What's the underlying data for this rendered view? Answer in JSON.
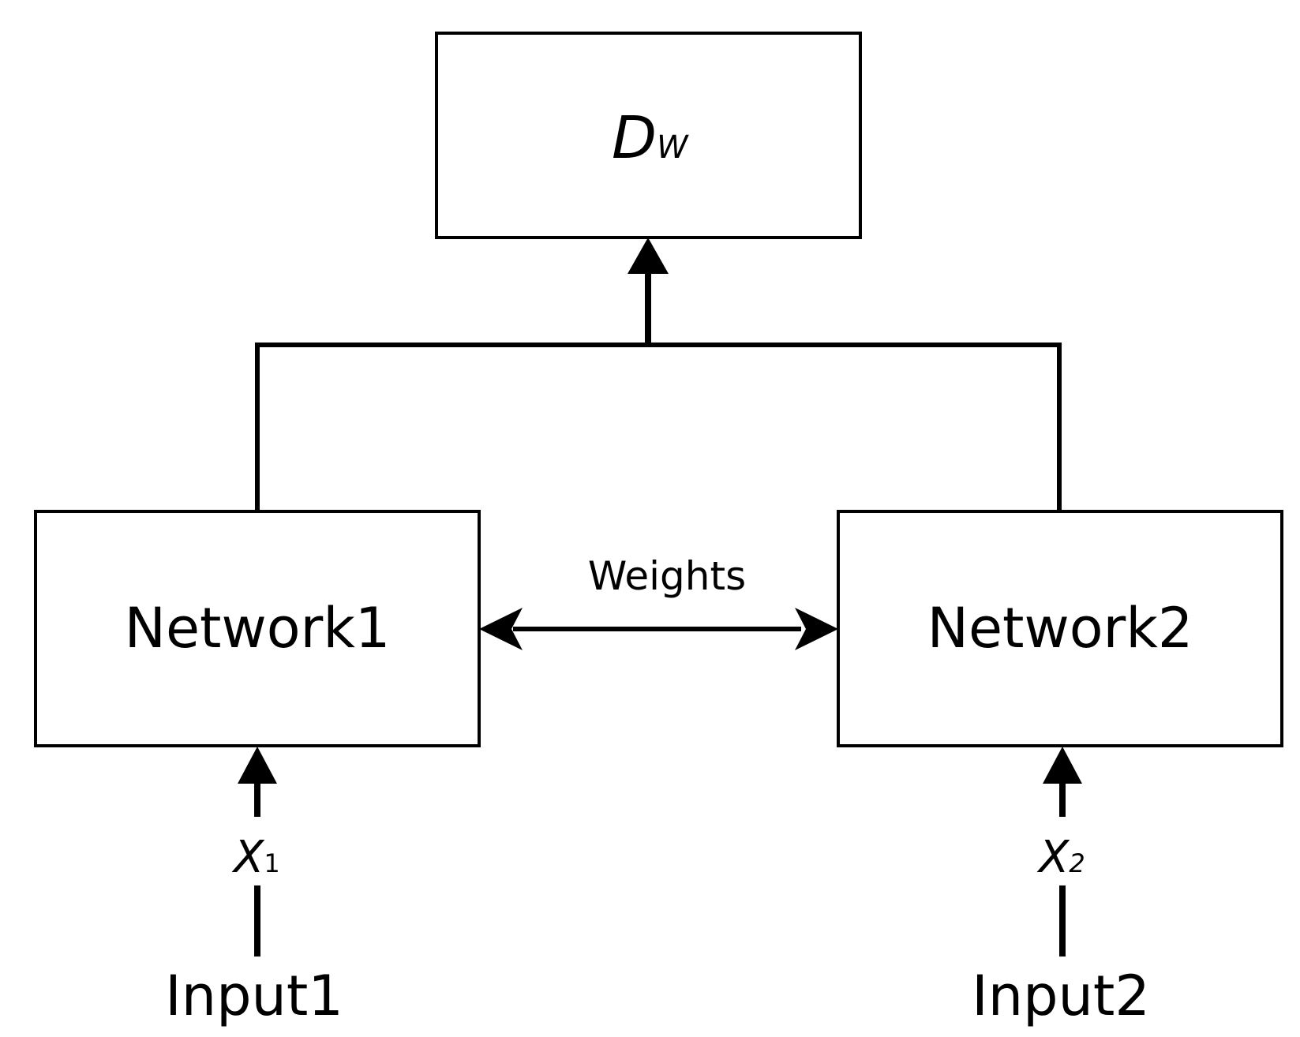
{
  "diagram": {
    "distance_box": {
      "main": "D",
      "sub": "W"
    },
    "network1": {
      "label": "Network1"
    },
    "network2": {
      "label": "Network2"
    },
    "shared_link": {
      "label": "Weights"
    },
    "input1": {
      "label": "Input1",
      "var_main": "X",
      "var_sub": "1"
    },
    "input2": {
      "label": "Input2",
      "var_main": "X",
      "var_sub": "2"
    }
  },
  "colors": {
    "stroke": "#000000",
    "background": "#ffffff"
  }
}
